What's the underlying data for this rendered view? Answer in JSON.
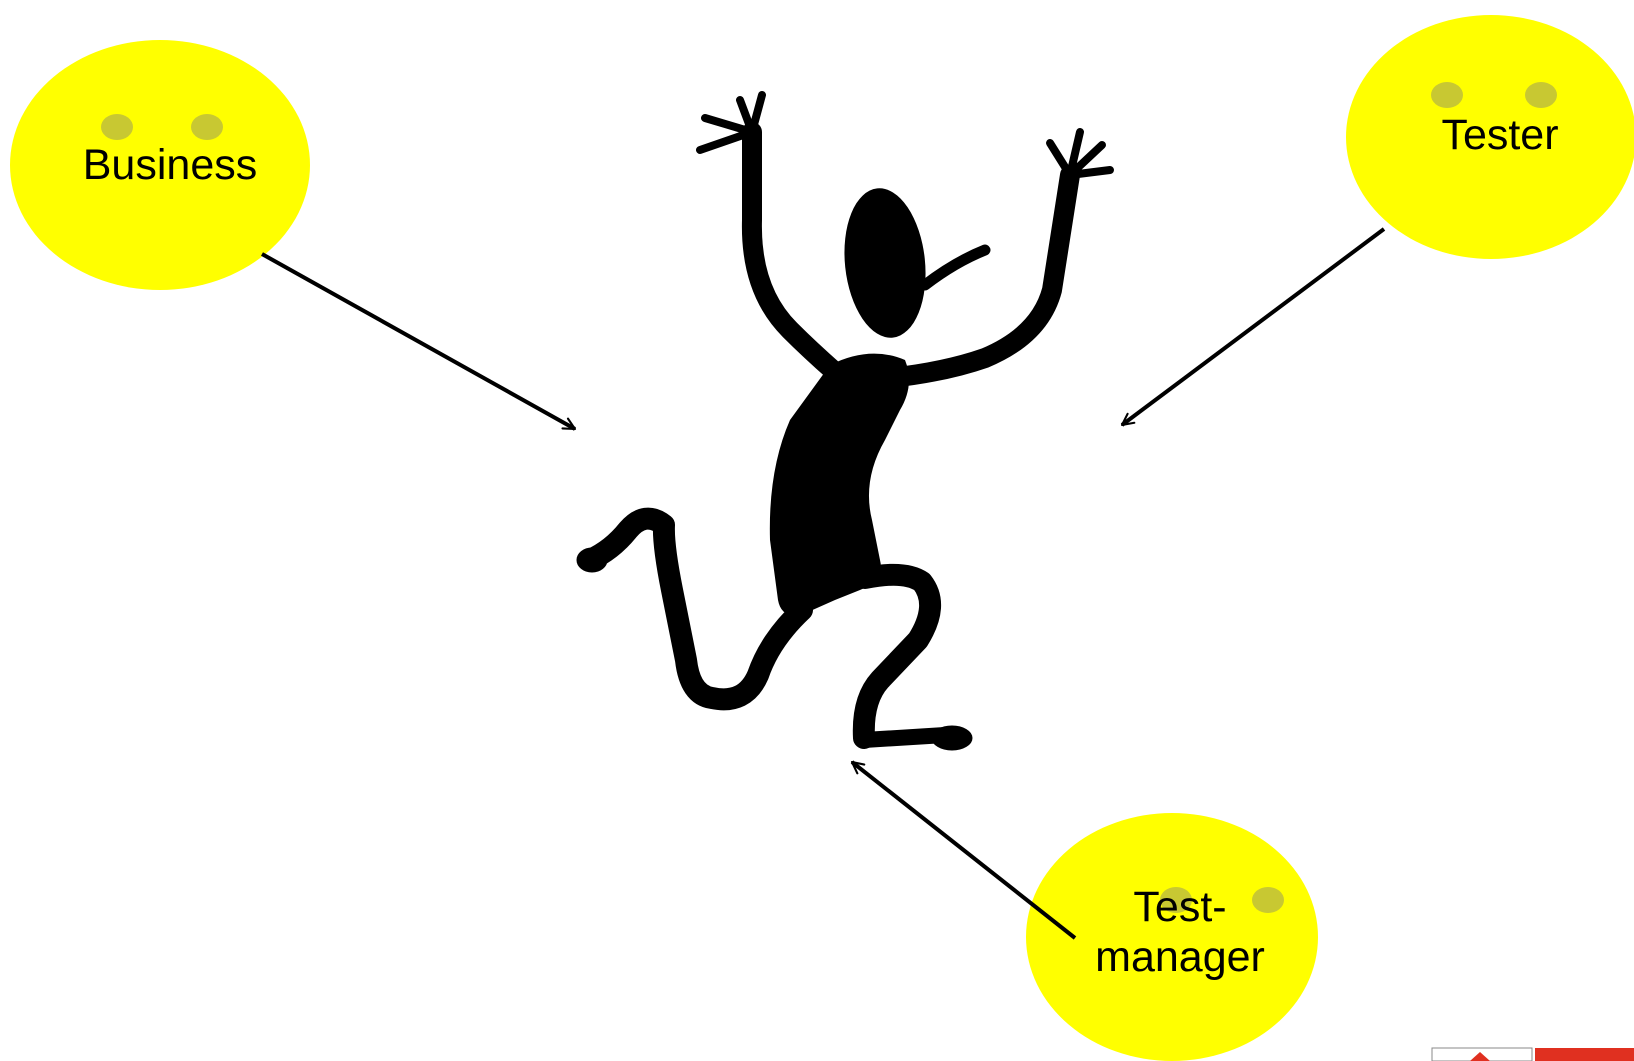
{
  "colors": {
    "bubble_fill": "#ffff00",
    "bubble_eye": "#c8c832",
    "figure": "#000000",
    "arrow": "#000000",
    "logo_red": "#e03020"
  },
  "icons": [
    "stick-figure-icon",
    "arrow-icon"
  ],
  "bubbles": [
    {
      "id": "business",
      "label": "Business"
    },
    {
      "id": "tester",
      "label": "Tester"
    },
    {
      "id": "testmanager",
      "label": "Test-\nmanager"
    }
  ]
}
